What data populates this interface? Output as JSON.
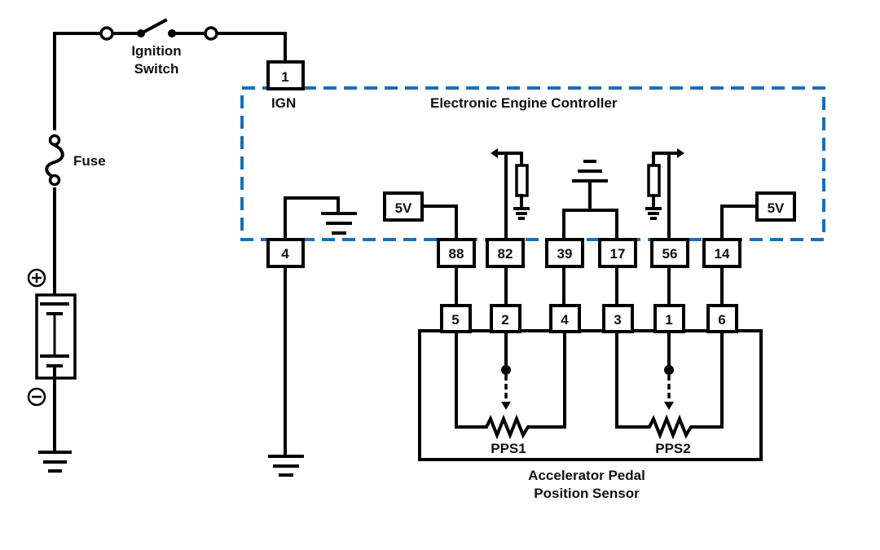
{
  "diagram": {
    "title": "Accelerator Pedal Position Sensor circuit",
    "ecu": {
      "label": "Electronic Engine Controller",
      "border_color": "#1a6fb5",
      "ign_pin": "1",
      "ign_label": "IGN",
      "ground_pin": "4",
      "pins": [
        "88",
        "82",
        "39",
        "17",
        "56",
        "14"
      ],
      "supply_label_left": "5V",
      "supply_label_right": "5V"
    },
    "sensor": {
      "label_line1": "Accelerator Pedal",
      "label_line2": "Position Sensor",
      "pins": [
        "5",
        "2",
        "4",
        "3",
        "1",
        "6"
      ],
      "pot1_label": "PPS1",
      "pot2_label": "PPS2"
    },
    "power": {
      "switch_label_line1": "Ignition",
      "switch_label_line2": "Switch",
      "fuse_label": "Fuse",
      "battery_plus": "+",
      "battery_minus": "−"
    },
    "wire_color": "#000000"
  }
}
